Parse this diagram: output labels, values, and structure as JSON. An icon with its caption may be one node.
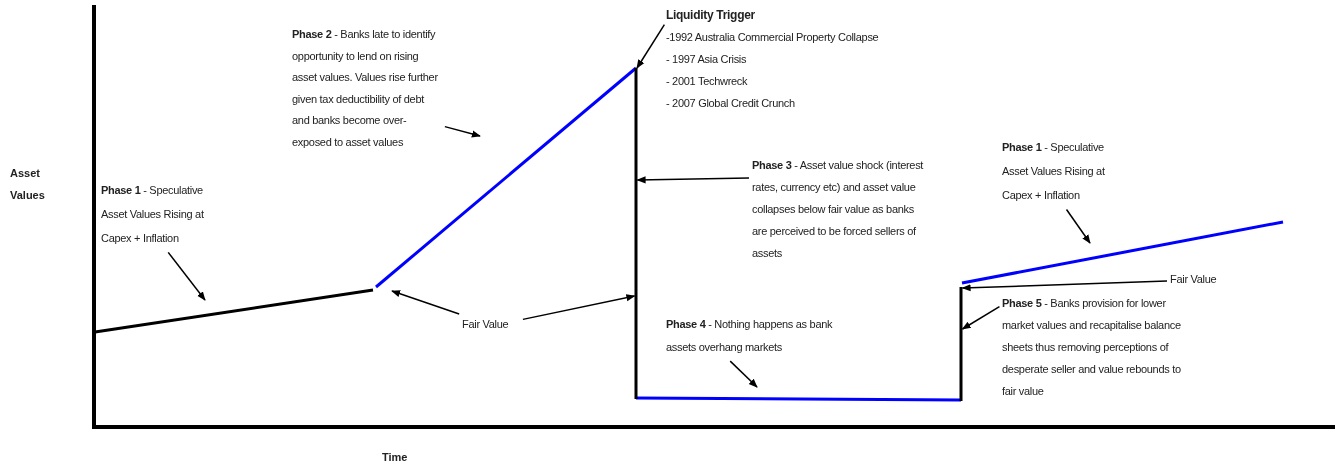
{
  "diagram": {
    "nodes": [
      {
        "text": [
          "**Phase 2** - Banks late to identify opportunity to lend on rising asset values. Values rise further given tax deductibility of debt and banks become over-exposed to asset values"
        ]
      },
      {
        "text": [
          "Liquidity Trigger",
          "-1992 Australia Commercial Property Collapse",
          "- 1997 Asia Crisis",
          "- 2001 Techwreck",
          "- 2007 Global Credit Crunch"
        ]
      },
      {
        "text": [
          "**Phase 1** - Speculative Asset Values Rising at Capex + Inflation"
        ]
      },
      {
        "text": [
          "**Phase 3** - Asset value shock (interest rates, currency etc) and asset value collapses below fair value as banks are perceived to be forced sellers of assets"
        ]
      },
      {
        "text": [
          "**Phase 1** - Speculative Asset Values Rising at Capex + Inflation"
        ]
      },
      {
        "text": [
          "Fair Value"
        ]
      },
      {
        "text": [
          "Fair Value"
        ]
      },
      {
        "text": [
          "**Phase 4** - Nothing happens as bank assets overhang markets"
        ]
      },
      {
        "text": [
          "**Phase 5** - Banks provision for lower market values and recapitalise balance sheets thus removing perceptions of desperate seller and value rebounds to fair value"
        ]
      },
      {
        "text": [],
        "shape": "line"
      },
      {
        "text": [],
        "shape": "line"
      }
    ],
    "edges": [
      {
        "from": 0,
        "to": null,
        "arrow": "to"
      },
      {
        "from": 1,
        "to": 9,
        "arrow": "to"
      },
      {
        "from": 2,
        "to": null,
        "arrow": "to"
      },
      {
        "from": 3,
        "to": 9,
        "arrow": "to"
      },
      {
        "from": 4,
        "to": null,
        "arrow": "to"
      },
      {
        "from": 5,
        "to": null,
        "arrow": "to"
      },
      {
        "from": 5,
        "to": 9,
        "arrow": "to"
      },
      {
        "from": 6,
        "to": 10,
        "arrow": "to"
      },
      {
        "from": 7,
        "to": null,
        "arrow": "to"
      },
      {
        "from": 8,
        "to": 10,
        "arrow": "to"
      }
    ],
    "labels": [
      "Asset Values",
      "Time"
    ]
  }
}
